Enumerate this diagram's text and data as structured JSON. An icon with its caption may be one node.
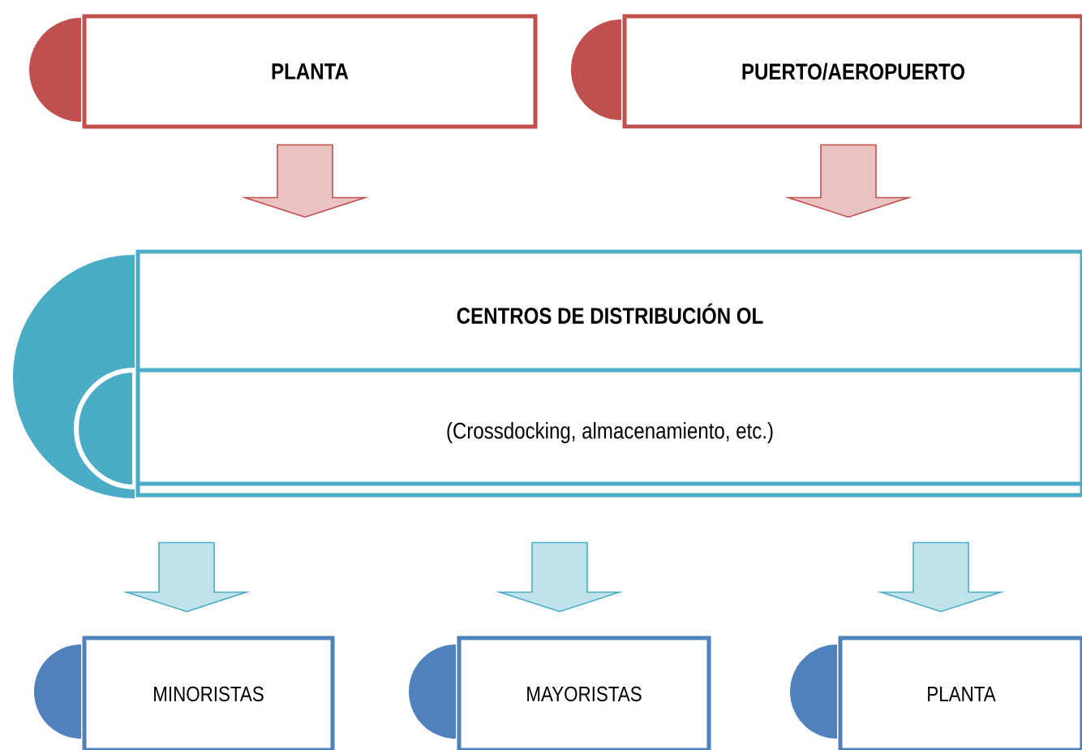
{
  "diagram": {
    "nodes": [
      {
        "text": [
          "PLANTA"
        ]
      },
      {
        "text": [
          "PUERTO/AEROPUERTO"
        ]
      },
      {
        "text": [
          "CENTROS DE DISTRIBUCIÓN OL",
          "(Crossdocking, almacenamiento, etc.)"
        ]
      },
      {
        "text": [
          "MINORISTAS"
        ]
      },
      {
        "text": [
          "MAYORISTAS"
        ]
      },
      {
        "text": [
          "PLANTA"
        ]
      }
    ],
    "edges": [
      {
        "from": 0,
        "to": 2,
        "arrow": "to",
        "color": "#c0504d"
      },
      {
        "from": 1,
        "to": 2,
        "arrow": "to",
        "color": "#c0504d"
      },
      {
        "from": 2,
        "to": 3,
        "arrow": "to"
      },
      {
        "from": 2,
        "to": 4,
        "arrow": "to"
      },
      {
        "from": 2,
        "to": 5,
        "arrow": "to"
      }
    ]
  }
}
